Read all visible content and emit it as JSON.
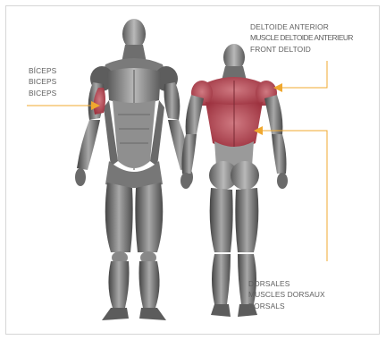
{
  "colors": {
    "accent": "#f0a82f",
    "highlight": "#b5434f",
    "label_text": "#5f5f5f",
    "muscle_dark": "#4a4a4a",
    "muscle_mid": "#8a8a8a",
    "muscle_light": "#c9c9c9"
  },
  "labels": {
    "biceps": [
      "BÍCEPS",
      "BICEPS",
      "BICEPS"
    ],
    "deltoid": [
      "DELTOIDE ANTERIOR",
      "MUSCLE DELTOIDE ANTERIEUR",
      "FRONT DELTOID"
    ],
    "dorsals": [
      "DORSALES",
      "MUSCLES DORSAUX",
      "DORSALS"
    ]
  }
}
